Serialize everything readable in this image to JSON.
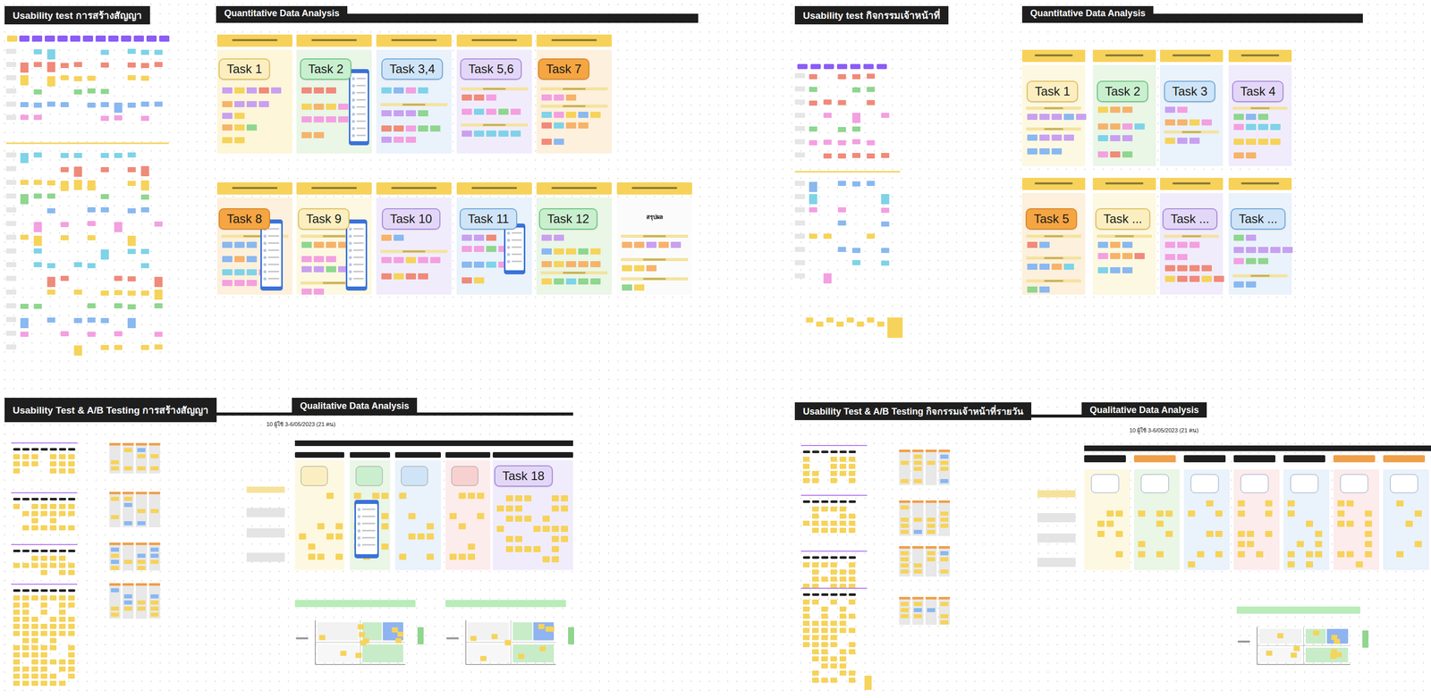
{
  "diagram": {
    "nodes": [
      {
        "text": [
          "Usability test การสร้างสัญญา"
        ]
      },
      {
        "text": [
          "Quantitative Data Analysis"
        ]
      },
      {
        "text": [
          "Task 1"
        ]
      },
      {
        "text": [
          "Task 2"
        ]
      },
      {
        "text": [
          "Task 3,4"
        ]
      },
      {
        "text": [
          "Task 5,6"
        ]
      },
      {
        "text": [
          "Task 7"
        ]
      },
      {
        "text": [
          "Task 8"
        ]
      },
      {
        "text": [
          "Task 9"
        ]
      },
      {
        "text": [
          "Task 10"
        ]
      },
      {
        "text": [
          "Task 11"
        ]
      },
      {
        "text": [
          "Task 12"
        ]
      },
      {
        "text": [
          "Usability test กิจกรรมเจ้าหน้าที่"
        ]
      },
      {
        "text": [
          "Quantitative Data Analysis"
        ]
      },
      {
        "text": [
          "Task 1"
        ]
      },
      {
        "text": [
          "Task 2"
        ]
      },
      {
        "text": [
          "Task 3"
        ]
      },
      {
        "text": [
          "Task 4"
        ]
      },
      {
        "text": [
          "Task 5"
        ]
      },
      {
        "text": [
          "Task ..."
        ]
      },
      {
        "text": [
          "Task ..."
        ]
      },
      {
        "text": [
          "Task ..."
        ]
      },
      {
        "text": [
          "Usability Test & A/B Testing การสร้างสัญญา"
        ]
      },
      {
        "text": [
          "Qualitative Data Analysis"
        ]
      },
      {
        "text": [
          "Task 18"
        ]
      },
      {
        "text": [
          "Usability Test & A/B Testing กิจกรรมเจ้าหน้าที่รายวัน"
        ]
      },
      {
        "text": [
          "Qualitative Data Analysis"
        ]
      }
    ],
    "labels": [
      "สรุปผล",
      "10 ผู้ใช้ 3-6/05/2023 (21 คน)",
      "10 ผู้ใช้ 3-6/05/2023 (21 คน)"
    ]
  }
}
